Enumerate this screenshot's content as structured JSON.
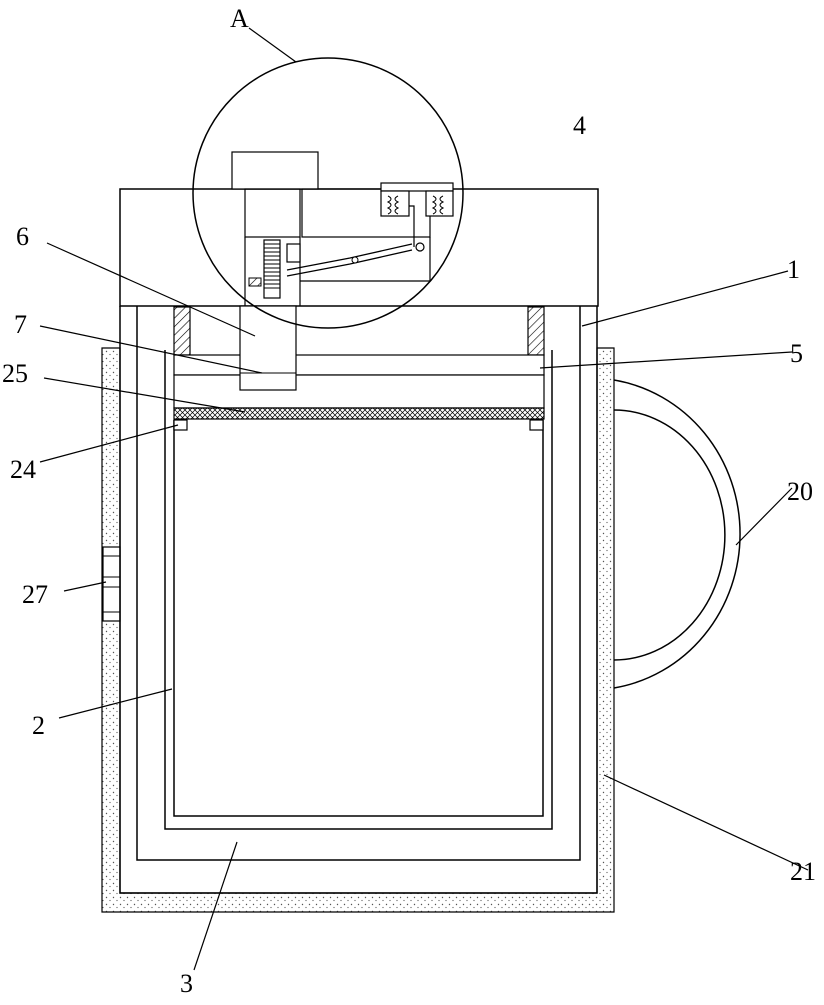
{
  "labels": {
    "A": "A",
    "l4": "4",
    "l1": "1",
    "l6": "6",
    "l7": "7",
    "l5": "5",
    "l25": "25",
    "l24": "24",
    "l20": "20",
    "l27": "27",
    "l2": "2",
    "l21": "21",
    "l3": "3"
  },
  "colors": {
    "line": "#000000",
    "background": "#ffffff",
    "insulation_dots": "#555555"
  }
}
